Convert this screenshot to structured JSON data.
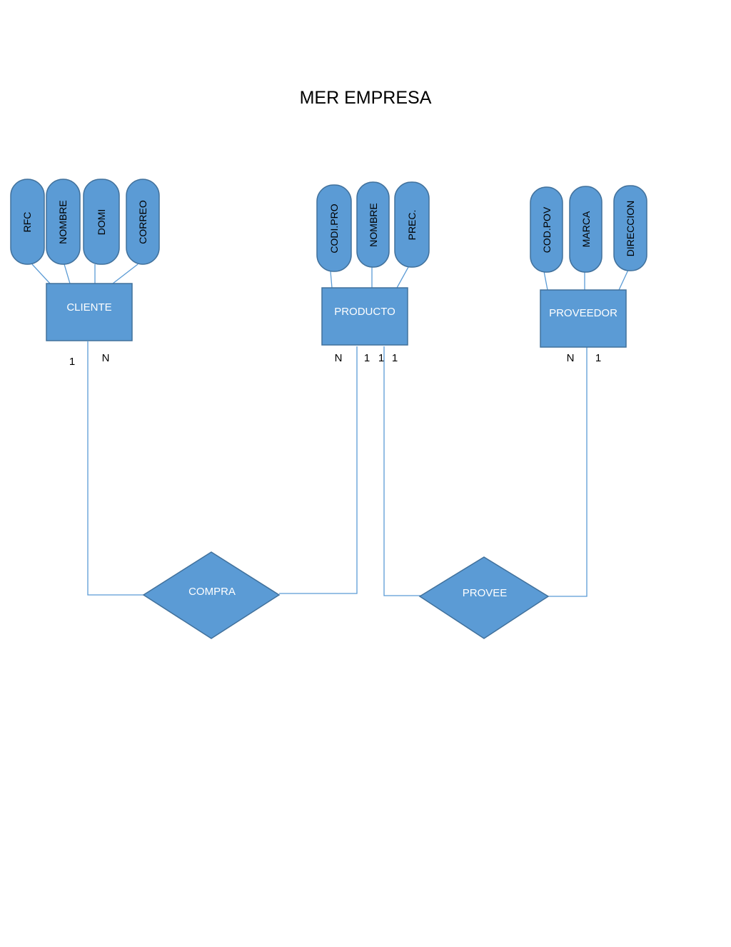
{
  "title": "MER EMPRESA",
  "entities": {
    "cliente": {
      "name": "CLIENTE",
      "attributes": [
        "RFC",
        "NOMBRE",
        "DOMI",
        "CORREO"
      ]
    },
    "producto": {
      "name": "PRODUCTO",
      "attributes": [
        "CODI.PRO",
        "NOMBRE",
        "PREC."
      ]
    },
    "proveedor": {
      "name": "PROVEEDOR",
      "attributes": [
        "COD.POV",
        "MARCA",
        "DIRECCION"
      ]
    }
  },
  "relationships": {
    "compra": {
      "name": "COMPRA"
    },
    "provee": {
      "name": "PROVEE"
    }
  },
  "cardinalities": {
    "cliente_1": "1",
    "cliente_n": "N",
    "producto_n": "N",
    "producto_1a": "1",
    "producto_1b": "1",
    "producto_1c": "1",
    "proveedor_n": "N",
    "proveedor_1": "1"
  }
}
